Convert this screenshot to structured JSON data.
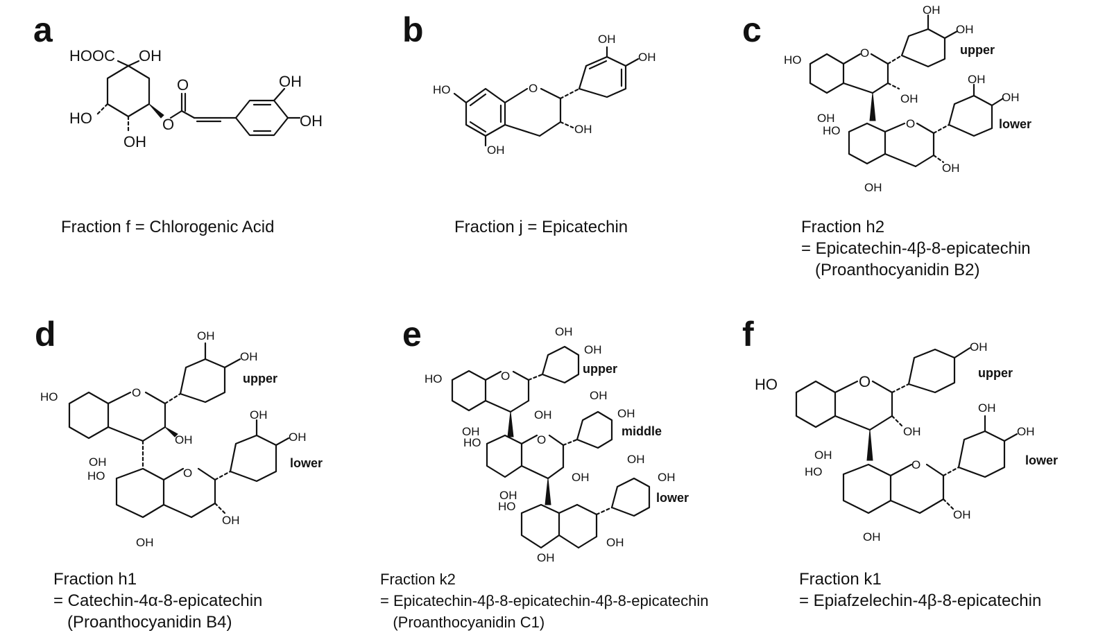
{
  "panels": [
    {
      "letter": "a",
      "caption_lines": [
        "Fraction f = Chlorogenic Acid"
      ]
    },
    {
      "letter": "b",
      "caption_lines": [
        "Fraction j = Epicatechin"
      ]
    },
    {
      "letter": "c",
      "caption_lines": [
        "Fraction h2",
        "= Epicatechin-4β-8-epicatechin",
        "   (Proanthocyanidin B2)"
      ]
    },
    {
      "letter": "d",
      "caption_lines": [
        "Fraction h1",
        "= Catechin-4α-8-epicatechin",
        "   (Proanthocyanidin B4)"
      ]
    },
    {
      "letter": "e",
      "caption_lines": [
        "Fraction k2",
        "= Epicatechin-4β-8-epicatechin-4β-8-epicatechin",
        "   (Proanthocyanidin C1)"
      ]
    },
    {
      "letter": "f",
      "caption_lines": [
        "Fraction k1",
        "= Epiafzelechin-4β-8-epicatechin"
      ]
    }
  ],
  "structure_labels": {
    "upper": "upper",
    "lower": "lower",
    "middle": "middle",
    "OH": "OH",
    "HO": "HO",
    "HOOC": "HOOC",
    "O": "O"
  }
}
